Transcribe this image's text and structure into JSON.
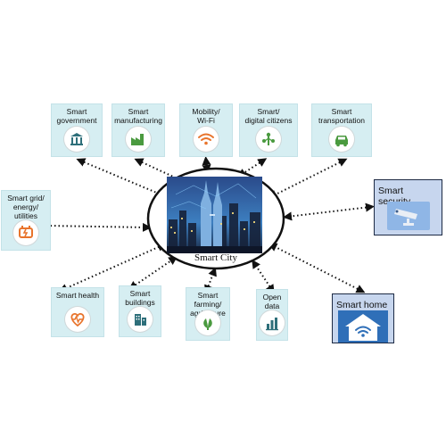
{
  "center": {
    "label": "Smart City"
  },
  "nodes": {
    "government": {
      "label": "Smart\ngovernment",
      "icon": "bank-icon"
    },
    "manufacturing": {
      "label": "Smart\nmanufacturing",
      "icon": "factory-icon"
    },
    "mobility": {
      "label": "Mobility/\nWi-Fi",
      "icon": "wifi-icon"
    },
    "citizens": {
      "label": "Smart/\ndigital citizens",
      "icon": "people-network-icon"
    },
    "transportation": {
      "label": "Smart\ntransportation",
      "icon": "car-icon"
    },
    "security": {
      "label": "Smart security",
      "icon": "security-camera-icon"
    },
    "grid": {
      "label": "Smart grid/\nenergy/\nutilities",
      "icon": "power-plug-icon"
    },
    "health": {
      "label": "Smart health",
      "icon": "heart-pulse-icon"
    },
    "buildings": {
      "label": "Smart\nbuildings",
      "icon": "building-icon"
    },
    "farming": {
      "label": "Smart\nfarming/\nagriculture",
      "icon": "plant-icon"
    },
    "opendata": {
      "label": "Open\ndata",
      "icon": "bar-chart-icon"
    },
    "home": {
      "label": "Smart home",
      "icon": "home-wifi-icon"
    }
  },
  "colors": {
    "tile": "#d6eef2",
    "dark_tile": "#c7d6ee",
    "icon_orange": "#e8742c",
    "icon_green": "#4a9a3f",
    "icon_teal": "#2e6f7a"
  }
}
